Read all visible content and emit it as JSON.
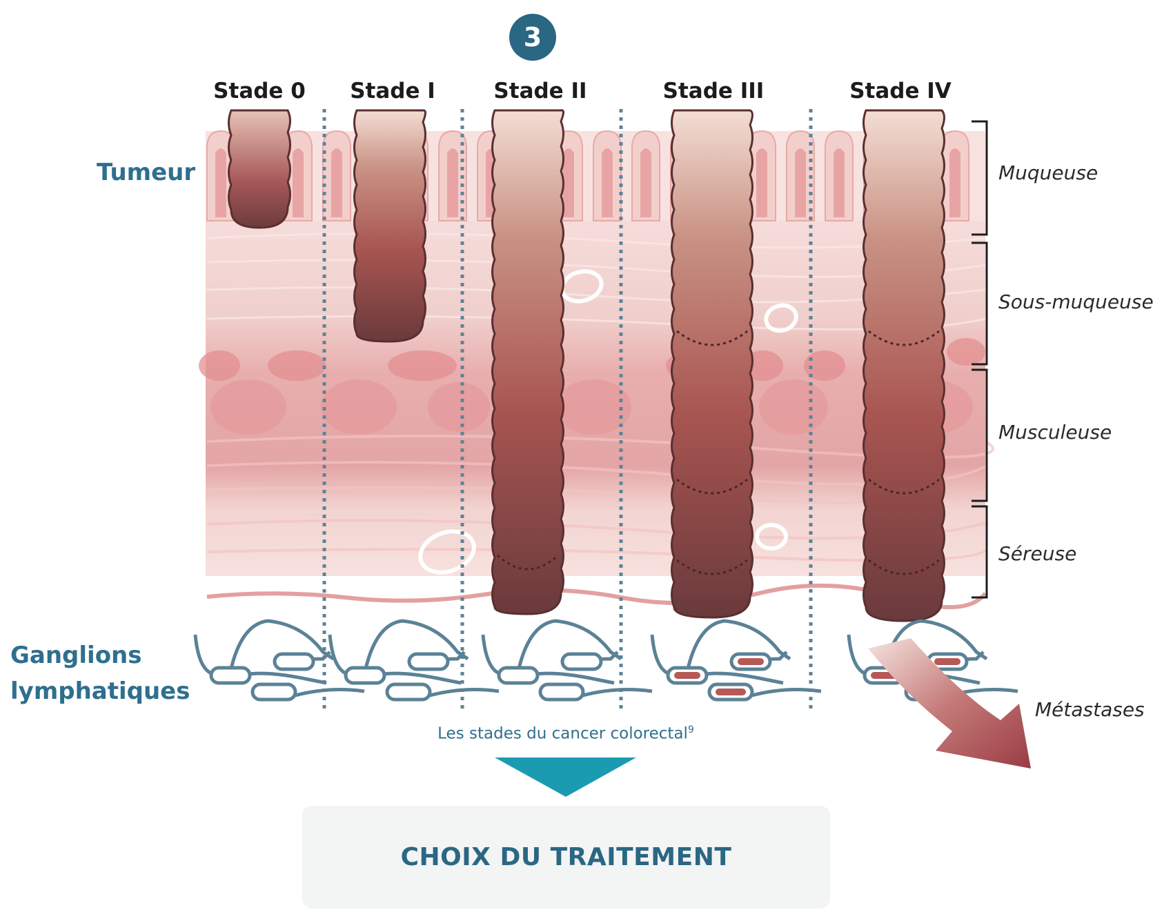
{
  "step_number": "3",
  "stages": [
    "Stade 0",
    "Stade I",
    "Stade II",
    "Stade III",
    "Stade IV"
  ],
  "row_labels": {
    "tumor": "Tumeur",
    "lymph_nodes_line1": "Ganglions",
    "lymph_nodes_line2": "lymphatiques"
  },
  "layers": [
    "Muqueuse",
    "Sous-muqueuse",
    "Musculeuse",
    "Séreuse"
  ],
  "metastasis_label": "Métastases",
  "caption": "Les stades du cancer colorectal",
  "caption_ref": "9",
  "treatment_choice": "CHOIX DU TRAITEMENT",
  "colors": {
    "accent_blue": "#2a6783",
    "label_blue": "#2f6f8e",
    "arrow_teal": "#1b9bb2",
    "divider": "#5f8398",
    "tumor_dark": "#6e3a3c",
    "tissue_pink": "#e9b9b7"
  }
}
